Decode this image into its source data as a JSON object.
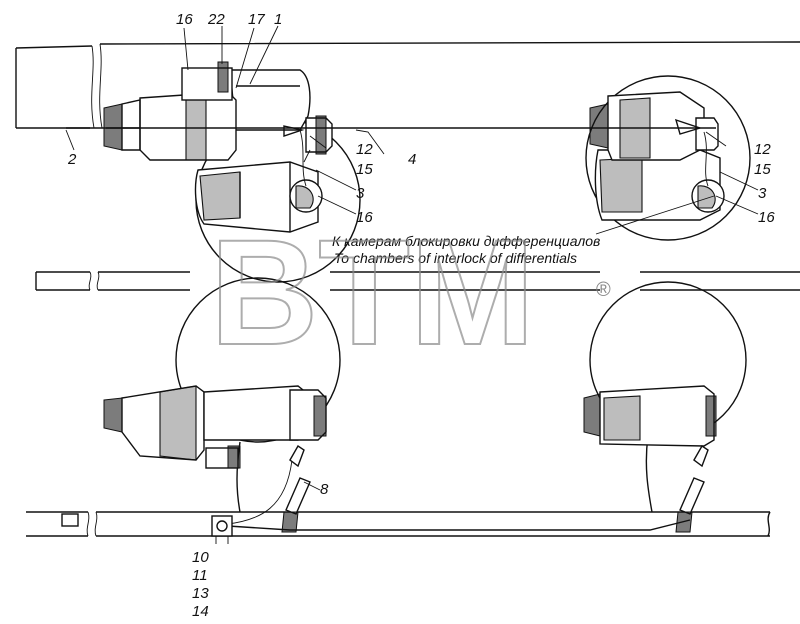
{
  "callouts": {
    "c1": "1",
    "c2": "2",
    "c3a": "3",
    "c3b": "3",
    "c4": "4",
    "c8": "8",
    "c10": "10",
    "c11": "11",
    "c12a": "12",
    "c12b": "12",
    "c13": "13",
    "c14": "14",
    "c15a": "15",
    "c15b": "15",
    "c16a": "16",
    "c16b": "16",
    "c16c": "16",
    "c17": "17",
    "c22": "22"
  },
  "annotation": {
    "line_ru": "К камерам блокировки дифференциалов",
    "line_en": "To chambers of interlock of differentials"
  },
  "watermark": {
    "text": "BTM",
    "registered": "®"
  }
}
